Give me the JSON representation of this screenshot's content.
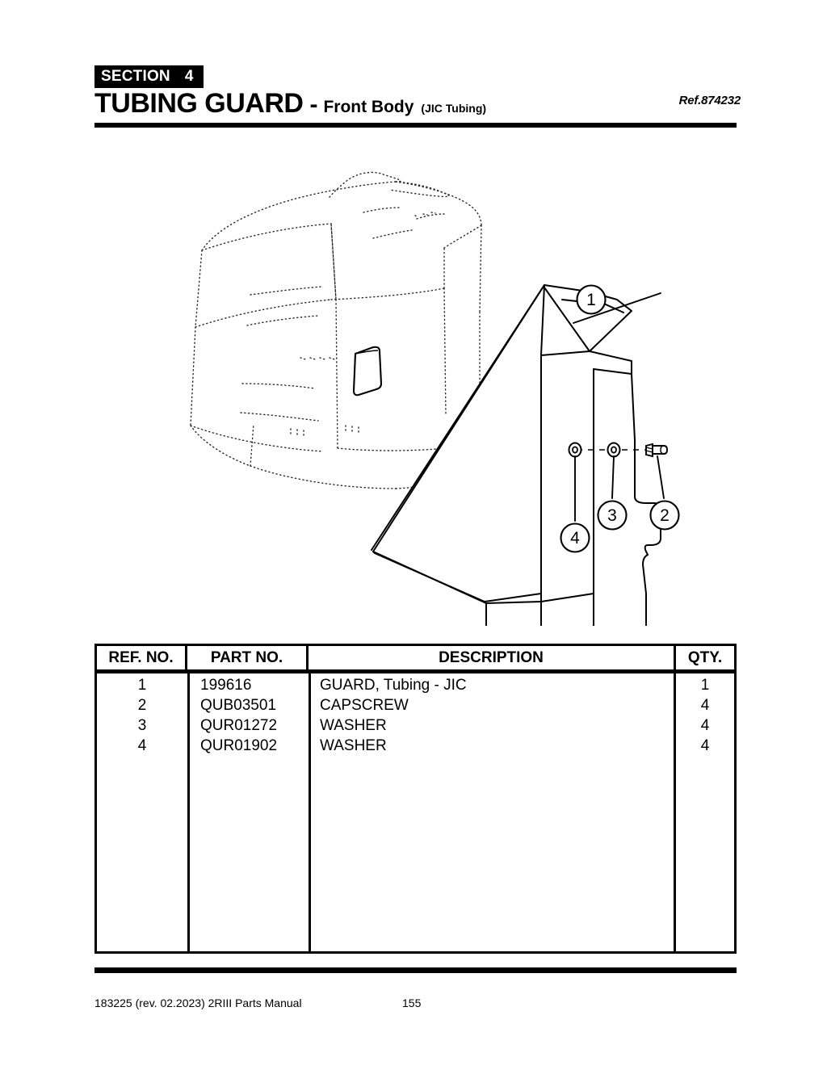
{
  "header": {
    "section_label": "SECTION",
    "section_number": "4",
    "title": "TUBING GUARD",
    "dash": "-",
    "subtitle": "Front Body",
    "paren": "(JIC Tubing)",
    "ref": "Ref.874232"
  },
  "illustration": {
    "inset_view_name": "machine-body-ghost-outline",
    "main_part_name": "tubing-guard-isometric",
    "callouts": [
      {
        "number": "1",
        "target": "guard-top-surface"
      },
      {
        "number": "2",
        "target": "capscrew"
      },
      {
        "number": "3",
        "target": "washer-inner"
      },
      {
        "number": "4",
        "target": "washer-outer"
      }
    ]
  },
  "table": {
    "columns": [
      "REF. NO.",
      "PART NO.",
      "DESCRIPTION",
      "QTY."
    ],
    "rows": [
      {
        "ref": "1",
        "part": "199616",
        "desc": "GUARD, Tubing - JIC",
        "qty": "1"
      },
      {
        "ref": "2",
        "part": "QUB03501",
        "desc": "CAPSCREW",
        "qty": "4"
      },
      {
        "ref": "3",
        "part": "QUR01272",
        "desc": "WASHER",
        "qty": "4"
      },
      {
        "ref": "4",
        "part": "QUR01902",
        "desc": "WASHER",
        "qty": "4"
      }
    ]
  },
  "footer": {
    "document": "183225  (rev. 02.2023) 2RIII Parts Manual",
    "page": "155"
  },
  "colors": {
    "ink": "#000000",
    "paper": "#ffffff"
  }
}
